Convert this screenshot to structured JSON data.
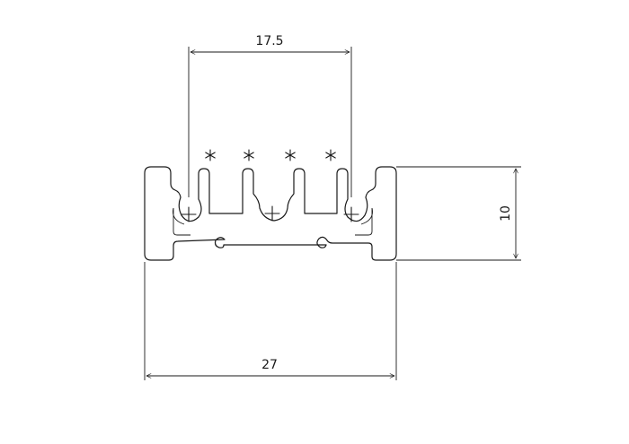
{
  "dimensions": {
    "top_width": "17.5",
    "overall_width": "27",
    "height": "10"
  },
  "markers": {
    "asterisk_count": 4,
    "screw_hole_count": 3
  }
}
